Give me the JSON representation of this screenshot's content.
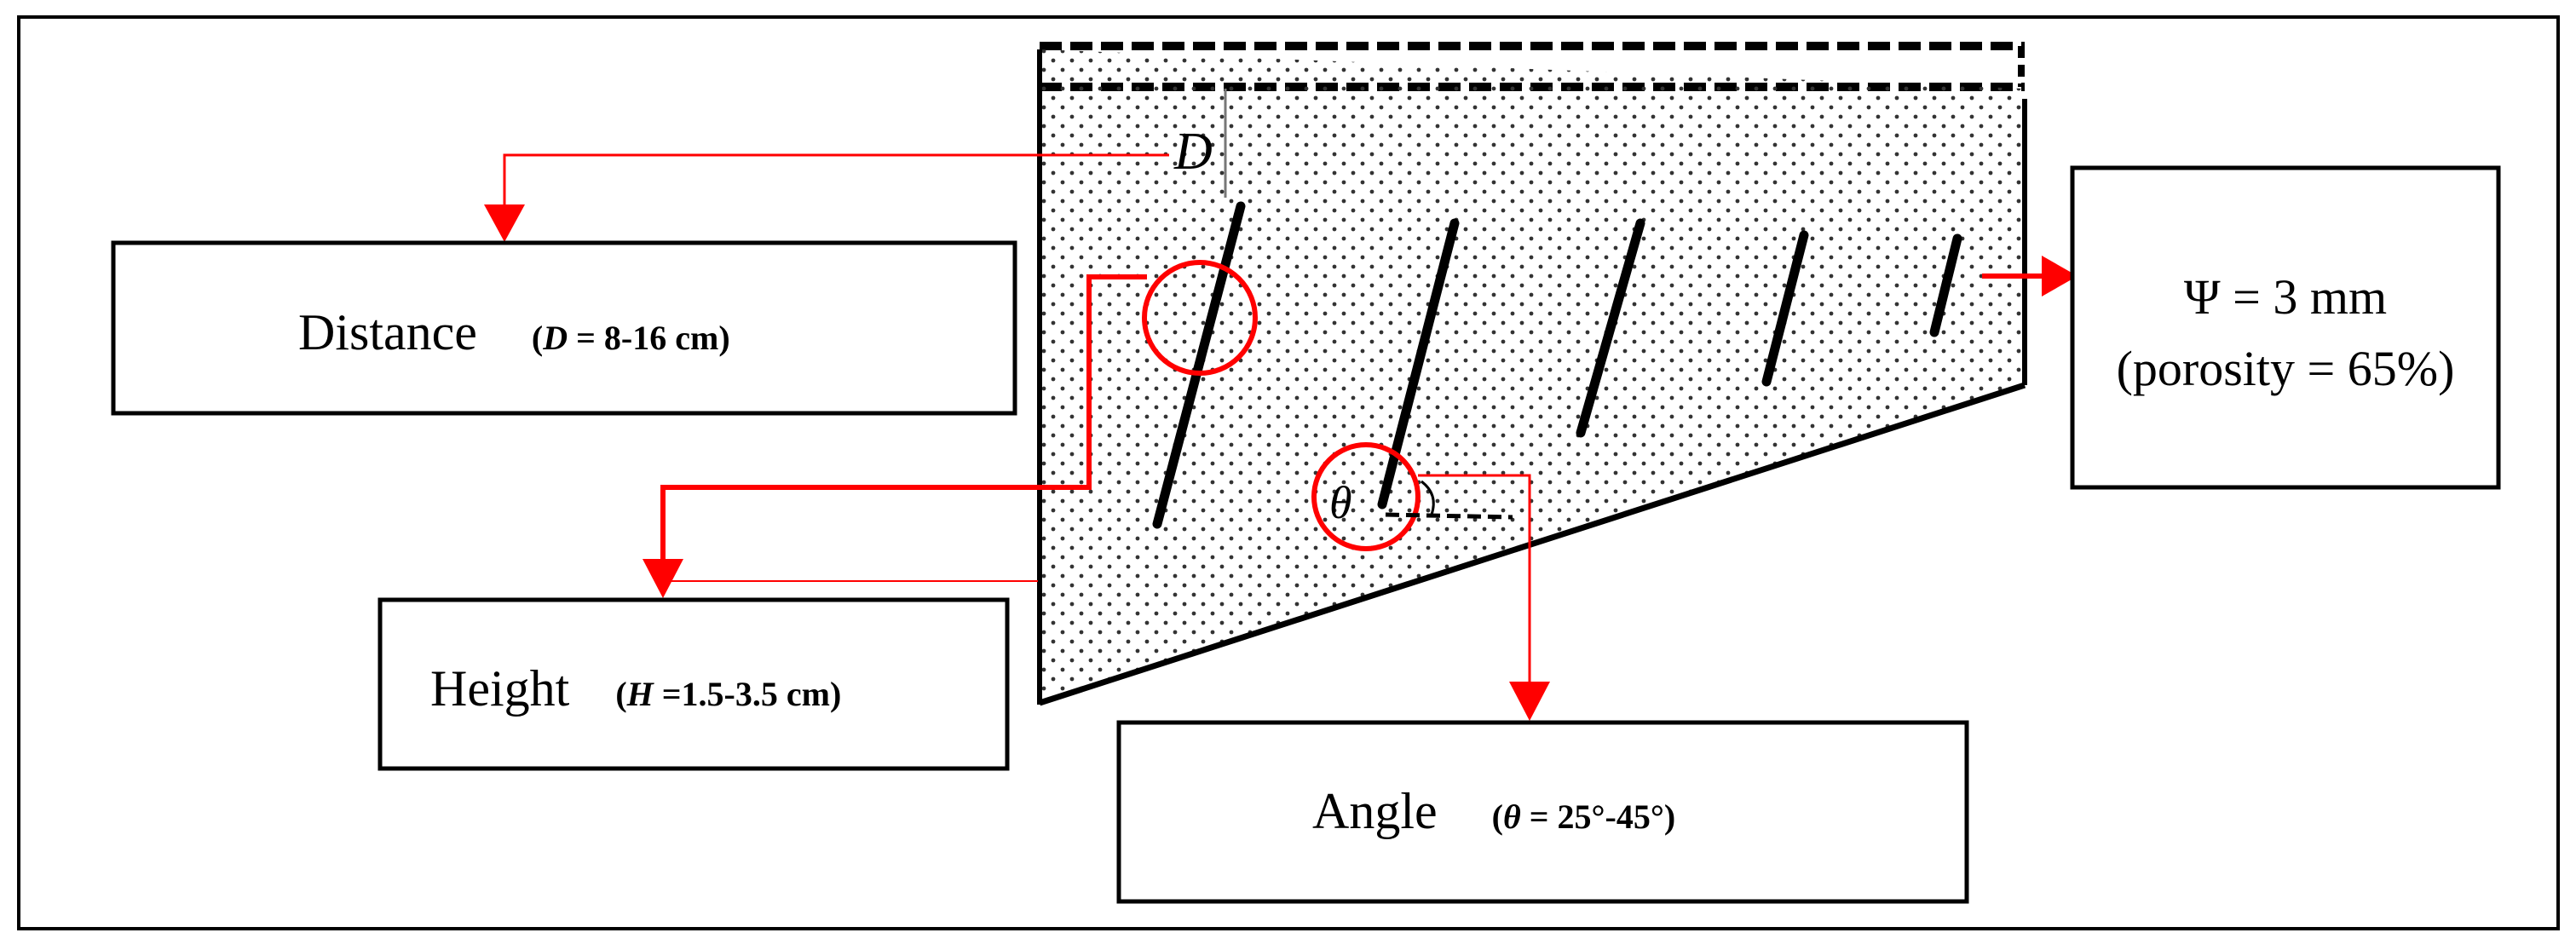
{
  "labels": {
    "distance": {
      "title": "Distance",
      "paren_open": "(",
      "symbol": "D",
      "value": " = 8-16 cm)"
    },
    "height": {
      "title": "Height",
      "paren_open": "(",
      "symbol": "H",
      "value": " =1.5-3.5 cm)"
    },
    "angle": {
      "title": "Angle",
      "paren_open": "(",
      "symbol": "θ",
      "value": " = 25°-45°)"
    },
    "psi": {
      "line1": "Ψ = 3 mm",
      "line2": "(porosity = 65%)"
    }
  },
  "figure": {
    "d_marker": "D",
    "theta_marker": "θ"
  },
  "colors": {
    "leader": "#ff0000",
    "ink": "#000000",
    "background": "#ffffff"
  }
}
